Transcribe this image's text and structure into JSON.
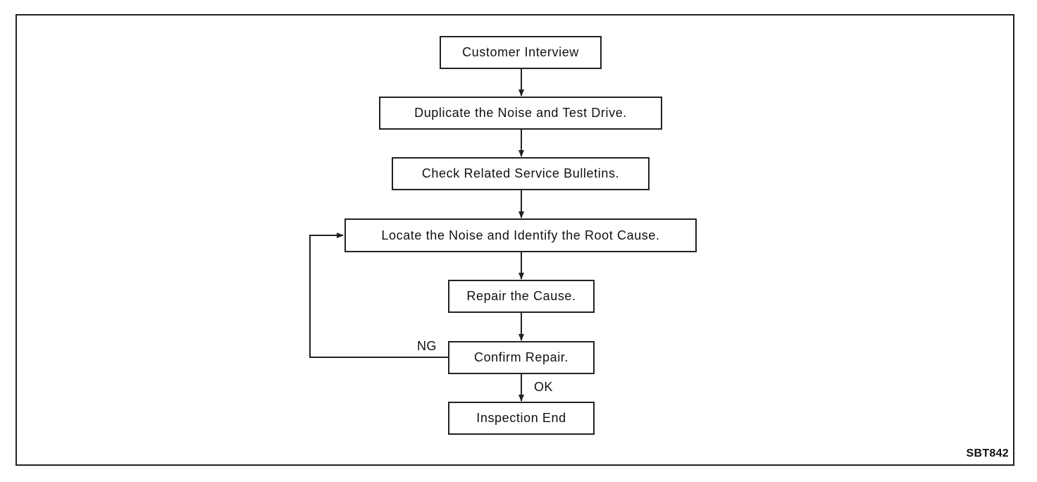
{
  "steps": {
    "customer_interview": "Customer Interview",
    "duplicate_noise": "Duplicate the Noise and Test Drive.",
    "check_bulletins": "Check Related Service Bulletins.",
    "locate_noise": "Locate the Noise and Identify the Root Cause.",
    "repair_cause": "Repair the Cause.",
    "confirm_repair": "Confirm Repair.",
    "inspection_end": "Inspection End"
  },
  "labels": {
    "ng": "NG",
    "ok": "OK"
  },
  "figure_id": "SBT842"
}
